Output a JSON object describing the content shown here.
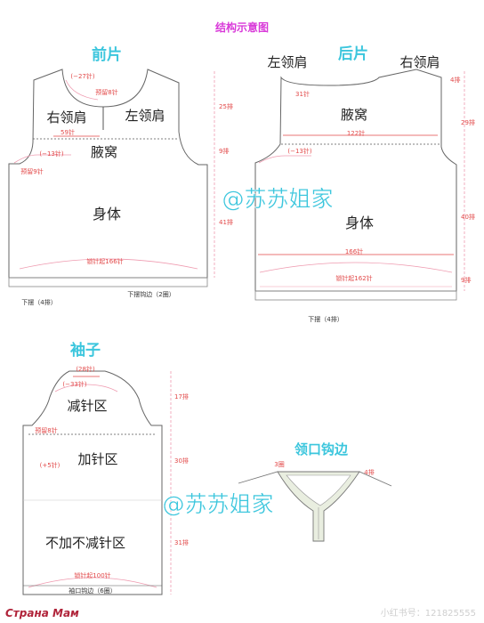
{
  "title": "结构示意图",
  "colors": {
    "title": "#d93ad9",
    "section": "#3cc6dd",
    "outline": "#555555",
    "red": "#e24848",
    "pink": "#ef9bb0",
    "watermark": "#3cc6dd",
    "bottom_logo": "#b0243a",
    "neck_band": "#e9eee0"
  },
  "front": {
    "heading": "前片",
    "right_shoulder": "右领肩",
    "left_shoulder": "左领肩",
    "armhole": "腋窝",
    "body": "身体",
    "neck_dec": "(−27针)",
    "neck_cast": "预留8针",
    "shoulder_width": "59针",
    "armhole_dec": "(−13针)",
    "armhole_cast": "预留9针",
    "hem_stitch": "锁针起166针",
    "hem_label": "下摆（4排）",
    "hem_edge": "下摆钩边（2圈）",
    "rows_shoulder": "25排",
    "rows_armhole": "9排",
    "rows_body": "41排"
  },
  "back": {
    "heading": "后片",
    "left_shoulder": "左领肩",
    "right_shoulder": "右领肩",
    "armhole": "腋窝",
    "body": "身体",
    "neck_stitch": "31针",
    "width_122": "122针",
    "armhole_dec": "(−13针)",
    "width_166": "166针",
    "hem_stitch": "锁针起162针",
    "hem_label": "下摆（4排）",
    "rows_4": "4排",
    "rows_29": "29排",
    "rows_40": "40排",
    "rows_9": "9排"
  },
  "sleeve": {
    "heading": "袖子",
    "top_stitch": "(28针)",
    "cap_dec": "(−33针)",
    "decrease_zone": "减针区",
    "cast_reserved": "预留8针",
    "increase": "(+5针)",
    "increase_zone": "加针区",
    "plain_zone": "不加不减针区",
    "cuff_stitch": "锁针起100针",
    "cuff_label": "袖口钩边（6圈）",
    "rows_17": "17排",
    "rows_30": "30排",
    "rows_31": "31排"
  },
  "neckline": {
    "heading": "领口钩边",
    "rows_3": "3圈",
    "rows_4": "4排"
  },
  "watermark": "@苏苏姐家",
  "bottom_logo": "Страна Мам",
  "bottom_id": "小红书号：121825555"
}
